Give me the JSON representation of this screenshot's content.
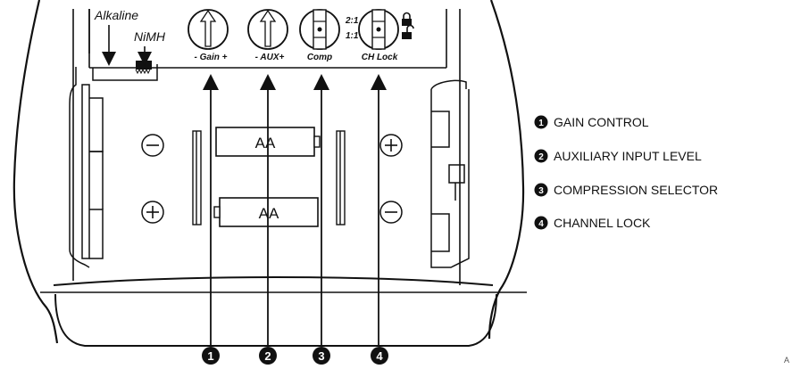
{
  "battery_labels": {
    "alkaline": "Alkaline",
    "nimh": "NiMH"
  },
  "controls": [
    {
      "id": "gain",
      "label": "- Gain +"
    },
    {
      "id": "aux",
      "label": "- AUX+"
    },
    {
      "id": "comp",
      "label": "Comp",
      "ratio_top": "2:1",
      "ratio_bottom": "1:1"
    },
    {
      "id": "chlock",
      "label": "CH Lock"
    }
  ],
  "battery_text": {
    "top": "AA",
    "bottom": "AA"
  },
  "polarity": {
    "minus": "−",
    "plus": "+"
  },
  "callouts": [
    "1",
    "2",
    "3",
    "4"
  ],
  "legend": [
    {
      "num": "1",
      "text": "GAIN CONTROL"
    },
    {
      "num": "2",
      "text": "AUXILIARY INPUT LEVEL"
    },
    {
      "num": "3",
      "text": "COMPRESSION SELECTOR"
    },
    {
      "num": "4",
      "text": "CHANNEL LOCK"
    }
  ],
  "corner_text": "A",
  "icons": {
    "locked": "lock-closed-icon",
    "unlocked": "lock-open-icon"
  },
  "colors": {
    "ink": "#111111",
    "paper": "#ffffff"
  }
}
